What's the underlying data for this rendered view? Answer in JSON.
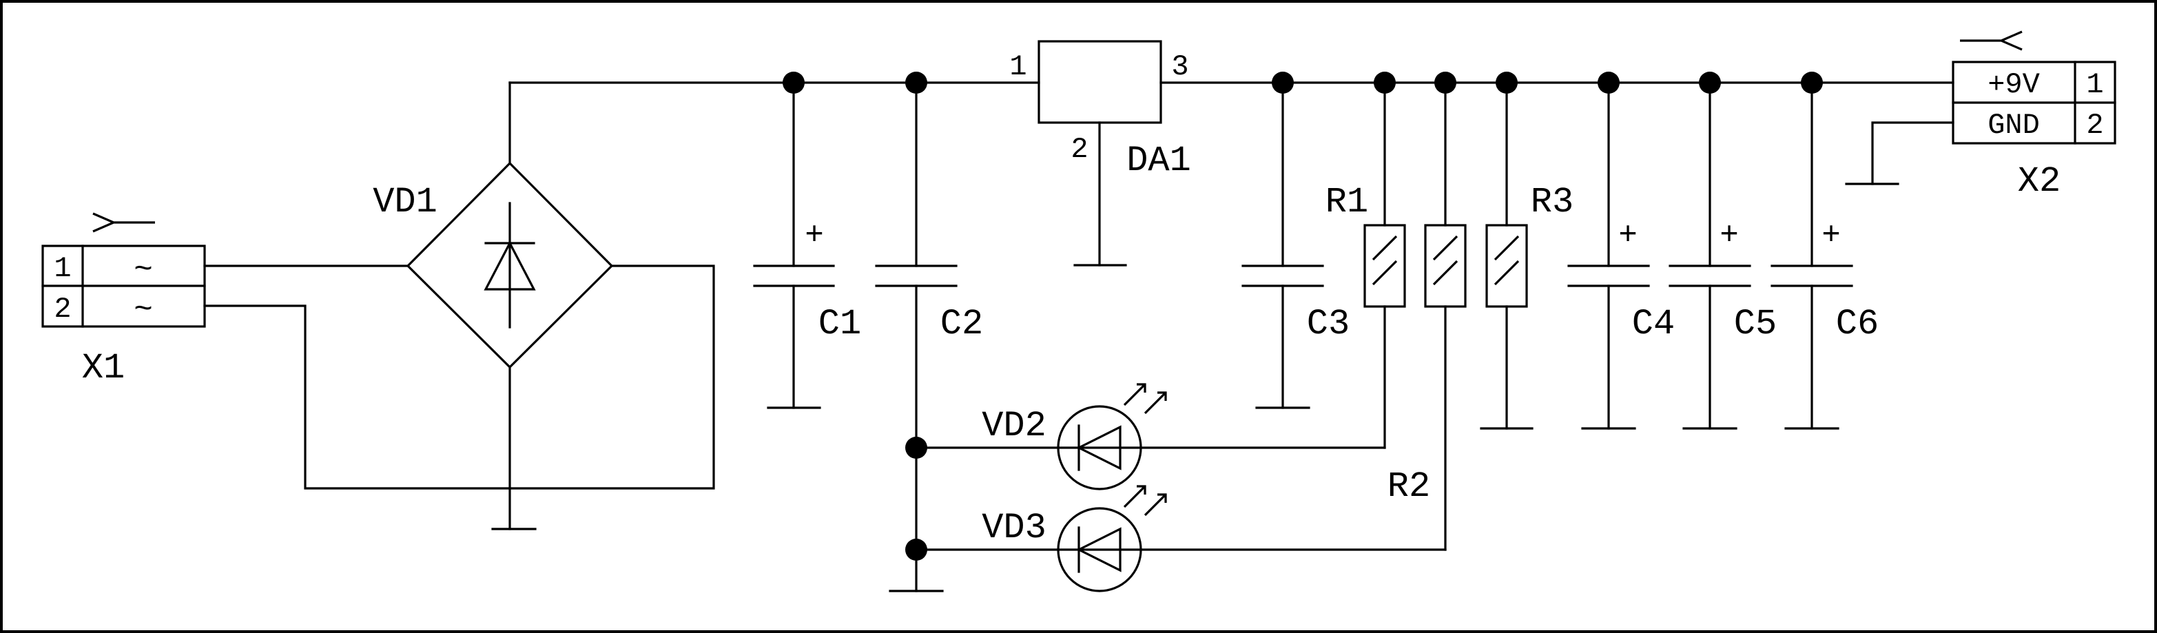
{
  "components": {
    "x1": {
      "ref": "X1",
      "pins": [
        "1",
        "2"
      ],
      "signals": [
        "~",
        "~"
      ]
    },
    "x2": {
      "ref": "X2",
      "pins": [
        "1",
        "2"
      ],
      "signals": [
        "+9V",
        "GND"
      ]
    },
    "vd1": {
      "ref": "VD1"
    },
    "vd2": {
      "ref": "VD2"
    },
    "vd3": {
      "ref": "VD3"
    },
    "da1": {
      "ref": "DA1",
      "pins": [
        "1",
        "2",
        "3"
      ]
    },
    "c1": {
      "ref": "C1",
      "polarity": "+"
    },
    "c2": {
      "ref": "C2"
    },
    "c3": {
      "ref": "C3"
    },
    "c4": {
      "ref": "C4",
      "polarity": "+"
    },
    "c5": {
      "ref": "C5",
      "polarity": "+"
    },
    "c6": {
      "ref": "C6",
      "polarity": "+"
    },
    "r1": {
      "ref": "R1"
    },
    "r2": {
      "ref": "R2"
    },
    "r3": {
      "ref": "R3"
    }
  }
}
